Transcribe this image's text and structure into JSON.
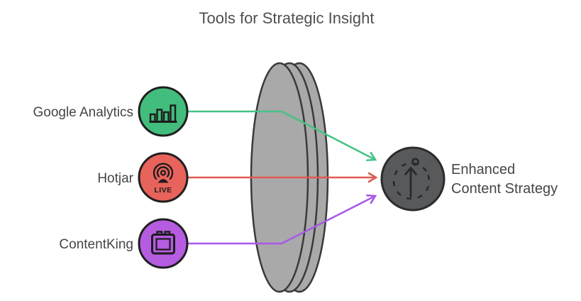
{
  "title": "Tools for Strategic Insight",
  "palette": {
    "green": "#43BD7D",
    "red": "#E8635B",
    "purple": "#B55CE0",
    "green_arrow": "#47C287",
    "red_arrow": "#E05A52",
    "purple_arrow": "#A958E8",
    "node_stroke": "#1F1F1F",
    "icon_stroke": "#1C1C1C",
    "lens_fill": "#A9A9A9",
    "lens_stroke": "#3A3A3A",
    "outcome_fill": "#58595B",
    "outcome_stroke": "#2B2B2B",
    "outcome_icon": "#2A2A2A",
    "title_color": "#4F4F4F",
    "label_color": "#454545"
  },
  "nodes": {
    "google_analytics": {
      "label": "Google Analytics",
      "icon": "bar-chart-icon"
    },
    "hotjar": {
      "label": "Hotjar",
      "icon": "live-broadcast-icon",
      "live_label": "LIVE"
    },
    "contentking": {
      "label": "ContentKing",
      "icon": "calendar-icon"
    },
    "outcome": {
      "label_line1": "Enhanced",
      "label_line2": "Content Strategy",
      "icon": "growth-arrow-icon"
    }
  }
}
